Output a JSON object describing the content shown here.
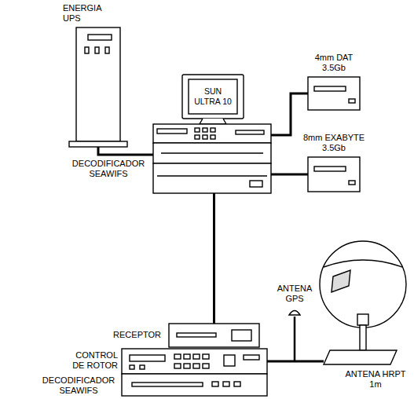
{
  "diagram": {
    "nodes": [
      {
        "text": [
          "ENERGIA UPS"
        ]
      },
      {
        "text": [
          "SUN ULTRA 10"
        ]
      },
      {
        "text": [
          "DECODIFICADOR SEAWIFS"
        ]
      },
      {
        "text": [
          "4mm DAT 3.5Gb"
        ]
      },
      {
        "text": [
          "8mm EXABYTE 3.5Gb"
        ]
      },
      {
        "text": [
          "RECEPTOR"
        ]
      },
      {
        "text": [
          "CONTROL DE ROTOR"
        ]
      },
      {
        "text": [
          "DECODIFICADOR SEAWIFS"
        ]
      },
      {
        "text": [
          "ANTENA GPS"
        ]
      },
      {
        "text": [
          "ANTENA HRPT 1m"
        ]
      }
    ],
    "edges": [
      {
        "from": 0,
        "to": 2,
        "arrow": "none"
      },
      {
        "from": 2,
        "to": 3,
        "arrow": "none"
      },
      {
        "from": 2,
        "to": 4,
        "arrow": "none"
      },
      {
        "from": 2,
        "to": 5,
        "arrow": "none"
      },
      {
        "from": 6,
        "to": 9,
        "arrow": "none"
      }
    ]
  }
}
